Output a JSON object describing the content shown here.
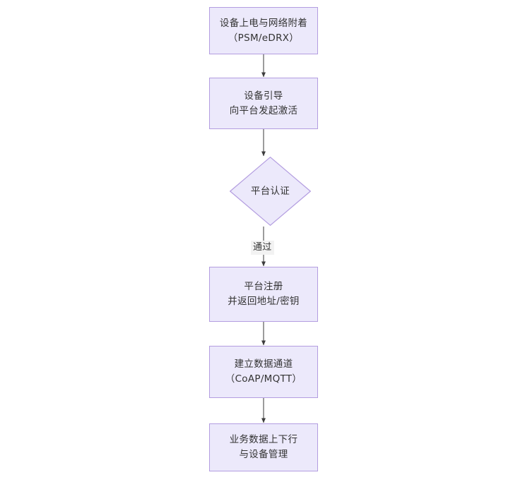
{
  "diagram": {
    "type": "flowchart",
    "orientation": "top-to-bottom",
    "background_color": "#FFFFFF",
    "node_fill_color": "#ECE9FB",
    "node_border_color": "#B39DE0",
    "node_text_color": "#333333",
    "connector_color": "#4A4A4A",
    "edge_label_background": "#F2F2F2",
    "nodes": [
      {
        "id": "power-on",
        "shape": "rect",
        "line1": "设备上电与网络附着",
        "line2": "（PSM/eDRX）"
      },
      {
        "id": "bootstrap",
        "shape": "rect",
        "line1": "设备引导",
        "line2": "向平台发起激活"
      },
      {
        "id": "platform-auth",
        "shape": "diamond",
        "line1": "平台认证"
      },
      {
        "id": "platform-register",
        "shape": "rect",
        "line1": "平台注册",
        "line2": "并返回地址/密钥"
      },
      {
        "id": "data-channel",
        "shape": "rect",
        "line1": "建立数据通道",
        "line2": "（CoAP/MQTT）"
      },
      {
        "id": "business-data",
        "shape": "rect",
        "line1": "业务数据上下行",
        "line2": "与设备管理"
      }
    ],
    "edges": [
      {
        "id": "e1",
        "from": "power-on",
        "to": "bootstrap",
        "label": ""
      },
      {
        "id": "e2",
        "from": "bootstrap",
        "to": "platform-auth",
        "label": ""
      },
      {
        "id": "e3",
        "from": "platform-auth",
        "to": "platform-register",
        "label": "通过"
      },
      {
        "id": "e4",
        "from": "platform-register",
        "to": "data-channel",
        "label": ""
      },
      {
        "id": "e5",
        "from": "data-channel",
        "to": "business-data",
        "label": ""
      }
    ]
  }
}
